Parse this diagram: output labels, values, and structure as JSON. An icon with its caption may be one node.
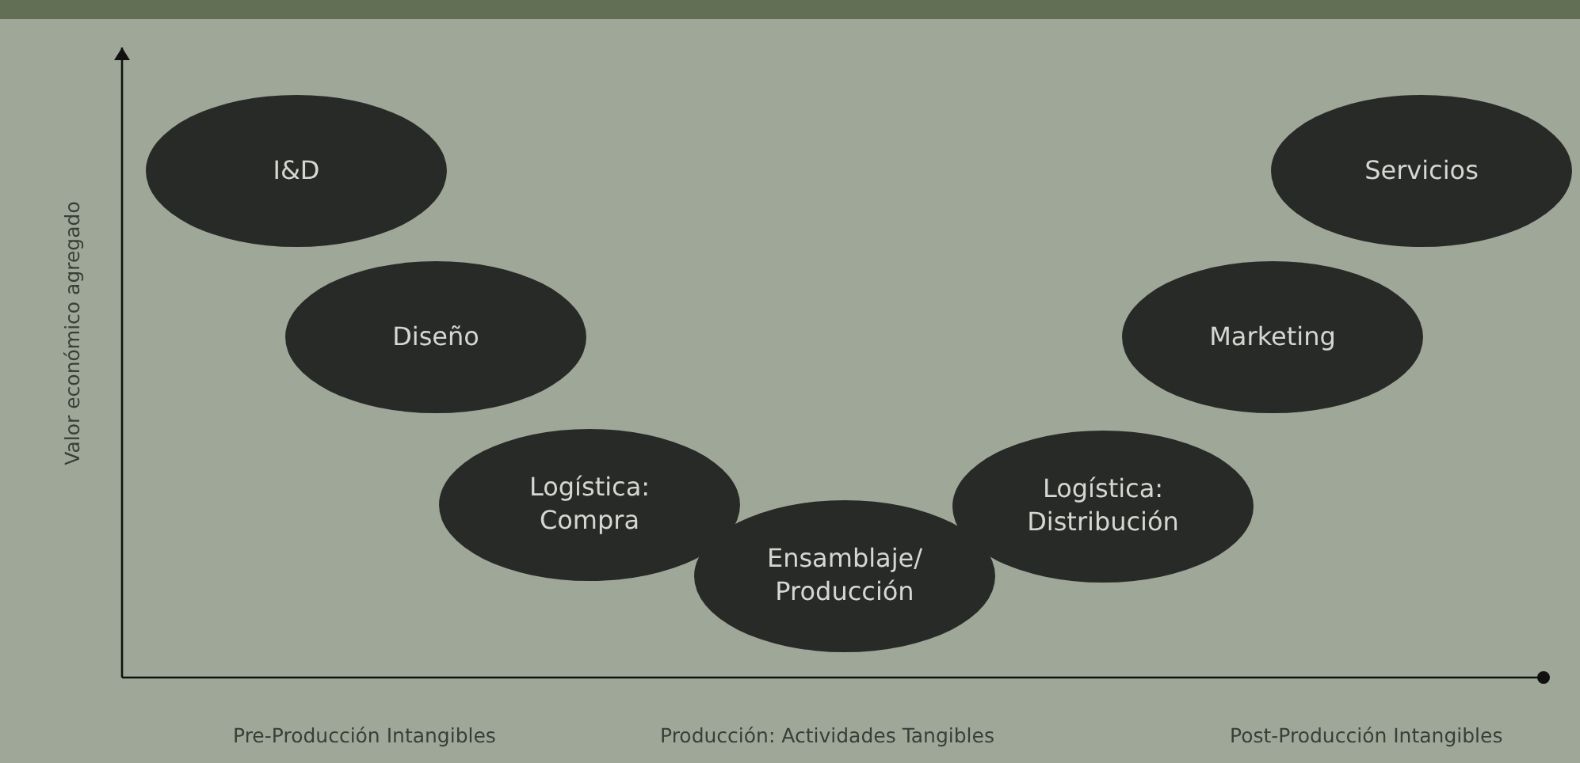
{
  "diagram": {
    "nodes": [
      {
        "text": [
          "I&D"
        ]
      },
      {
        "text": [
          "Diseño"
        ]
      },
      {
        "text": [
          "Logística: Compra"
        ]
      },
      {
        "text": [
          "Ensamblaje/ Producción"
        ]
      },
      {
        "text": [
          "Logística: Distribución"
        ]
      },
      {
        "text": [
          "Marketing"
        ]
      },
      {
        "text": [
          "Servicios"
        ]
      }
    ],
    "edges": [],
    "labels": [
      "Valor económico agregado",
      "Pre-Producción Intangibles",
      "Producción: Actividades Tangibles",
      "Post-Producción Intangibles"
    ]
  }
}
